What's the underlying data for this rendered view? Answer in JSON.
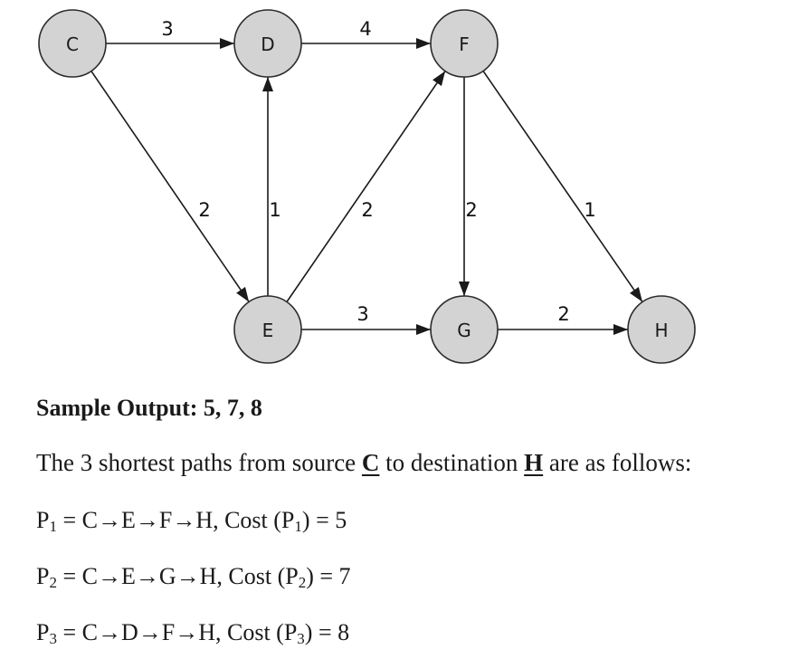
{
  "graph": {
    "nodes": [
      {
        "id": "C",
        "label": "C"
      },
      {
        "id": "D",
        "label": "D"
      },
      {
        "id": "F",
        "label": "F"
      },
      {
        "id": "E",
        "label": "E"
      },
      {
        "id": "G",
        "label": "G"
      },
      {
        "id": "H",
        "label": "H"
      }
    ],
    "edges": [
      {
        "from": "C",
        "to": "D",
        "weight": "3"
      },
      {
        "from": "D",
        "to": "F",
        "weight": "4"
      },
      {
        "from": "C",
        "to": "E",
        "weight": "2"
      },
      {
        "from": "E",
        "to": "D",
        "weight": "1"
      },
      {
        "from": "E",
        "to": "F",
        "weight": "2"
      },
      {
        "from": "F",
        "to": "G",
        "weight": "2"
      },
      {
        "from": "F",
        "to": "H",
        "weight": "1"
      },
      {
        "from": "E",
        "to": "G",
        "weight": "3"
      },
      {
        "from": "G",
        "to": "H",
        "weight": "2"
      }
    ],
    "colors": {
      "node_fill": "#d3d3d3",
      "node_stroke": "#2b2b2b",
      "edge": "#1a1a1a"
    }
  },
  "text": {
    "sample_output": "Sample Output: 5, 7, 8",
    "description": {
      "prefix": "The 3 shortest paths from source ",
      "source": "C",
      "middle": " to destination ",
      "destination": "H",
      "suffix": " are as follows:"
    },
    "paths": [
      {
        "name": "P",
        "index": "1",
        "route": " = C→E→F→H, Cost (P",
        "cost_suffix": ") = 5"
      },
      {
        "name": "P",
        "index": "2",
        "route": " = C→E→G→H, Cost (P",
        "cost_suffix": ") = 7"
      },
      {
        "name": "P",
        "index": "3",
        "route": " = C→D→F→H, Cost (P",
        "cost_suffix": ") = 8"
      }
    ]
  }
}
